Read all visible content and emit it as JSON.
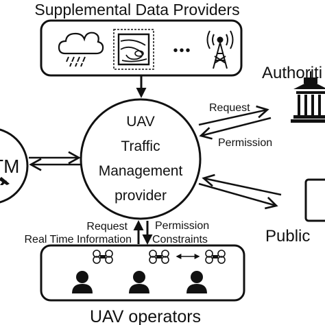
{
  "suppliers": {
    "title": "Supplemental Data Providers",
    "ellipsis": "•••",
    "icons": [
      "weather-cloud-icon",
      "topographic-map-icon",
      "radio-tower-icon"
    ]
  },
  "center": {
    "lines": [
      "UAV",
      "Traffic",
      "Management",
      "provider"
    ]
  },
  "left_node": {
    "label": "TM",
    "icon": "aircraft-icon"
  },
  "authorities": {
    "label": "Authoriti",
    "icon": "government-building-icon",
    "request_label": "Request",
    "permission_label": "Permission"
  },
  "public": {
    "label": "Public",
    "icon": "tablet-device-icon"
  },
  "operators": {
    "title": "UAV operators",
    "left_label_1": "Request",
    "left_label_2": "Real Time Information",
    "right_label_1": "Permission",
    "right_label_2": "Constraints",
    "icons": [
      "drone-icon",
      "operator-person-icon"
    ]
  },
  "colors": {
    "stroke": "#111111",
    "background": "#ffffff"
  }
}
